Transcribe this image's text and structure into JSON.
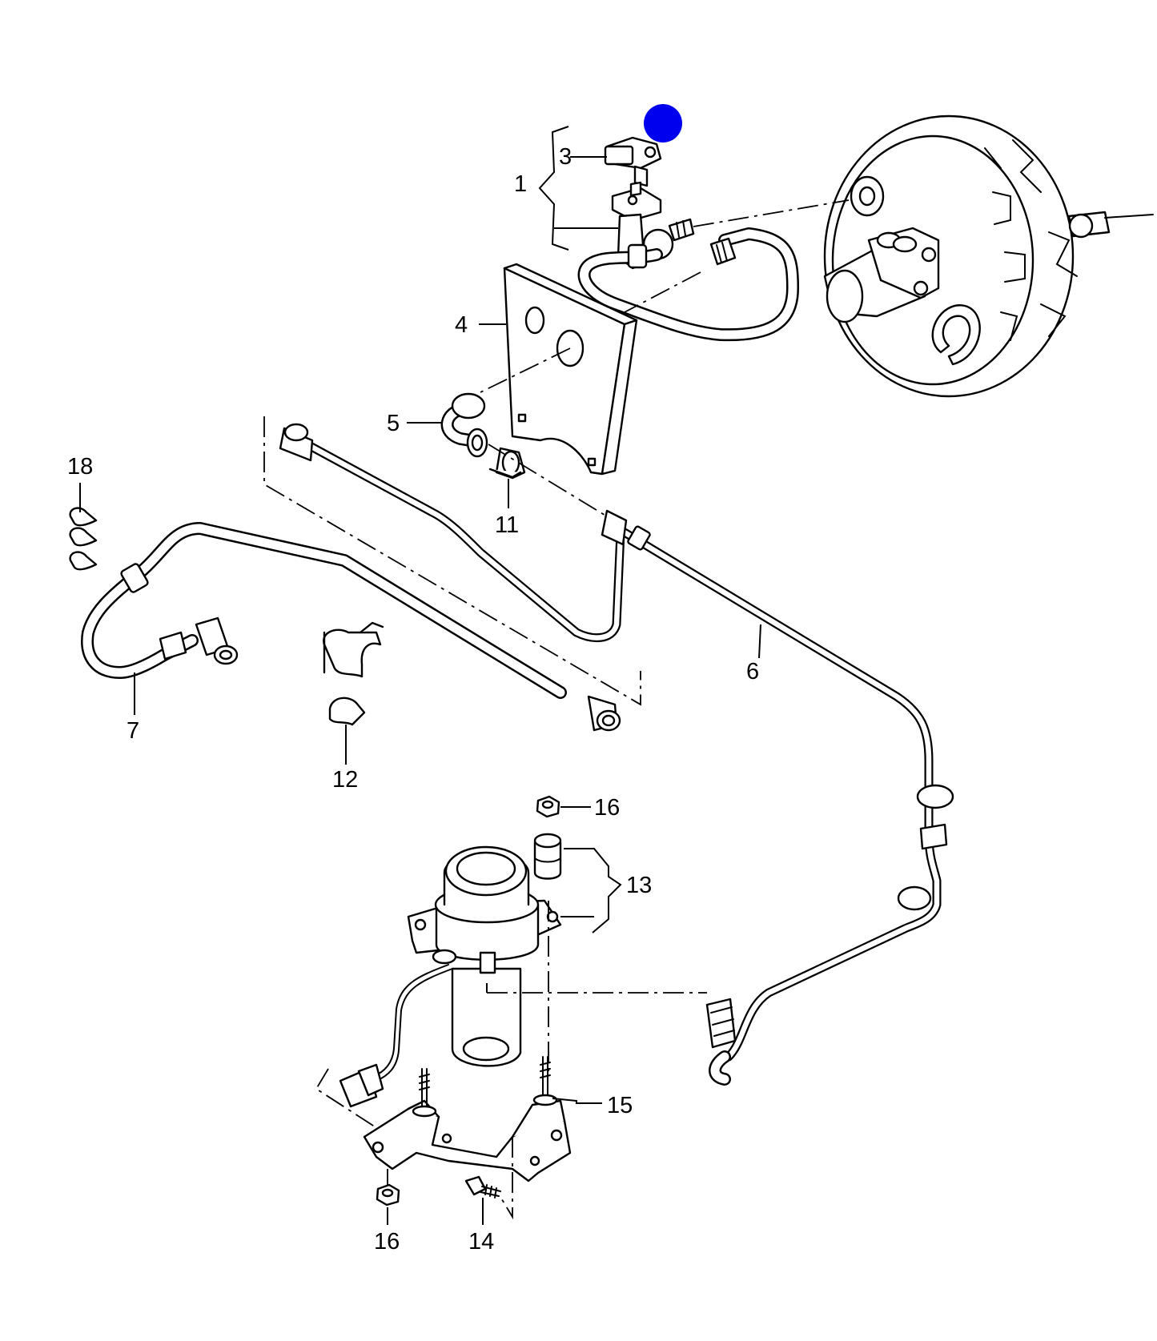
{
  "callouts": {
    "n1": "1",
    "n3": "3",
    "n4": "4",
    "n5": "5",
    "n6": "6",
    "n7": "7",
    "n11": "11",
    "n12": "12",
    "n13": "13",
    "n14": "14",
    "n15": "15",
    "n16a": "16",
    "n16b": "16",
    "n18": "18"
  },
  "colors": {
    "line": "#000000",
    "background": "#ffffff",
    "marker": "#0000ee"
  },
  "icons": {
    "marker": "blue-dot-marker-icon"
  }
}
